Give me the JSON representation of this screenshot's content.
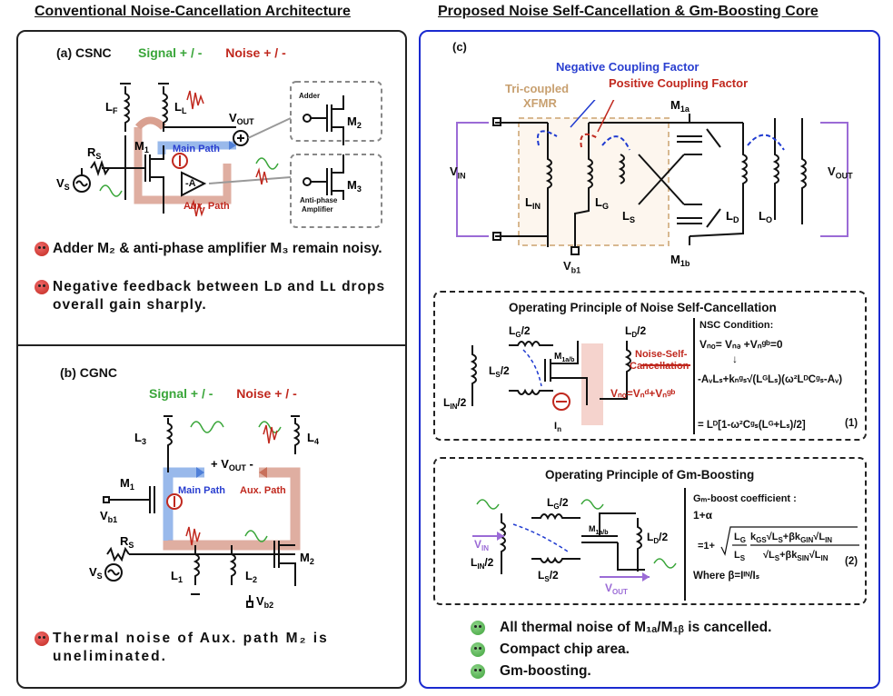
{
  "titles": {
    "left": "Conventional Noise-Cancellation Architecture",
    "right": "Proposed Noise Self-Cancellation & Gm-Boosting Core"
  },
  "csnc": {
    "label": "(a) CSNC",
    "signal": "Signal",
    "signal_pm": "+ / -",
    "noise": "Noise",
    "noise_pm": "+ / -",
    "main_path": "Main Path",
    "aux_path": "Aux. Path",
    "adder": "Adder",
    "anti_phase": "Anti-phase",
    "amplifier": "Amplifier",
    "gain": "-A",
    "notes": [
      "Adder M₂ & anti-phase amplifier M₃ remain noisy.",
      "Negative feedback between Lᴅ and Lʟ drops overall gain sharply."
    ]
  },
  "cgnc": {
    "label": "(b) CGNC",
    "signal": "Signal",
    "signal_pm": "+ / -",
    "noise": "Noise",
    "noise_pm": "+ / -",
    "main_path": "Main Path",
    "aux_path": "Aux. Path",
    "notes": [
      "Thermal noise of Aux. path M₂ is uneliminated."
    ]
  },
  "core": {
    "label": "(c)",
    "neg_coupling": "Negative Coupling Factor",
    "pos_coupling": "Positive Coupling Factor",
    "xfmr1": "Tri-coupled",
    "xfmr2": "XFMR",
    "vin": "V",
    "vin_sub": "IN",
    "vout": "V",
    "vout_sub": "OUT",
    "vb1": "V",
    "vb1_sub": "b1"
  },
  "nsc": {
    "title": "Operating Principle of  Noise Self-Cancellation",
    "condition_title": "NSC Condition:",
    "eq_line1": "Vₙₒ= Vₙₔ +Vₙᵍᵇ=0",
    "arrow": "↓",
    "eq_line2": "-AᵥLₛ+kₙᵍₛ√(LᴳLₛ)(ω²LᴰCᵍₛ-Aᵥ)",
    "eq_line3": "= Lᴰ[1-ω²Cᵍₛ(Lᴳ+Lₛ)/2]",
    "eq_num": "(1)",
    "nsc_label1": "Noise-Self-",
    "nsc_label2": "Cancellation",
    "vno_sum": "Vₙₒ=Vₙᵈ+Vₙᵍᵇ"
  },
  "gm": {
    "title": "Operating Principle of Gm-Boosting",
    "coef_title": "Gₘ-boost coefficient :",
    "one_alpha": "1+α",
    "eq_num": "(2)",
    "where": "Where β=Iᴵᴺ/Iₛ"
  },
  "benefits": [
    "All thermal noise of M₁ₐ/M₁ᵦ is cancelled.",
    "Compact chip area.",
    "Gm-boosting."
  ]
}
